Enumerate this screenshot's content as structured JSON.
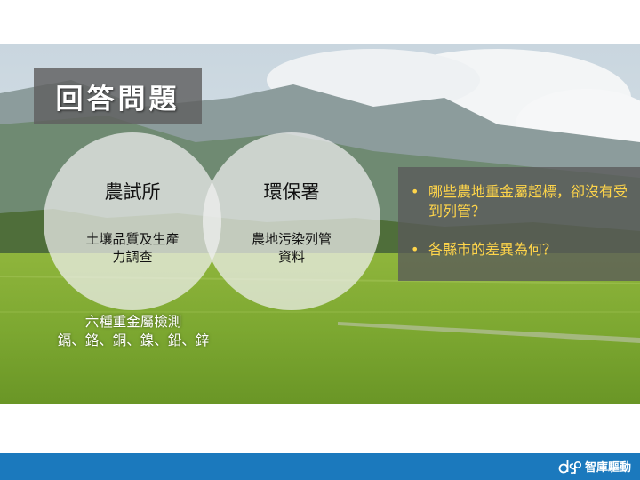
{
  "slide": {
    "title": "回答問題",
    "circles": [
      {
        "title": "農試所",
        "subtitle_line1": "土壤品質及生產",
        "subtitle_line2": "力調查"
      },
      {
        "title": "環保署",
        "subtitle_line1": "農地污染列管",
        "subtitle_line2": "資料"
      }
    ],
    "metals_line1": "六種重金屬檢測",
    "metals_line2": "鎘、鉻、銅、鎳、鉛、鋅",
    "questions": [
      {
        "bullet": "•",
        "text": "哪些農地重金屬超標，卻沒有受到列管？"
      },
      {
        "bullet": "•",
        "text": "各縣市的差異為何？"
      }
    ]
  },
  "footer": {
    "brand_name": "智庫驅動",
    "logo_icon": "dsp-logo-icon",
    "bar_color": "#1b79bd"
  },
  "colors": {
    "question_text": "#ffd54a",
    "title_box": "#5f5f5f"
  }
}
